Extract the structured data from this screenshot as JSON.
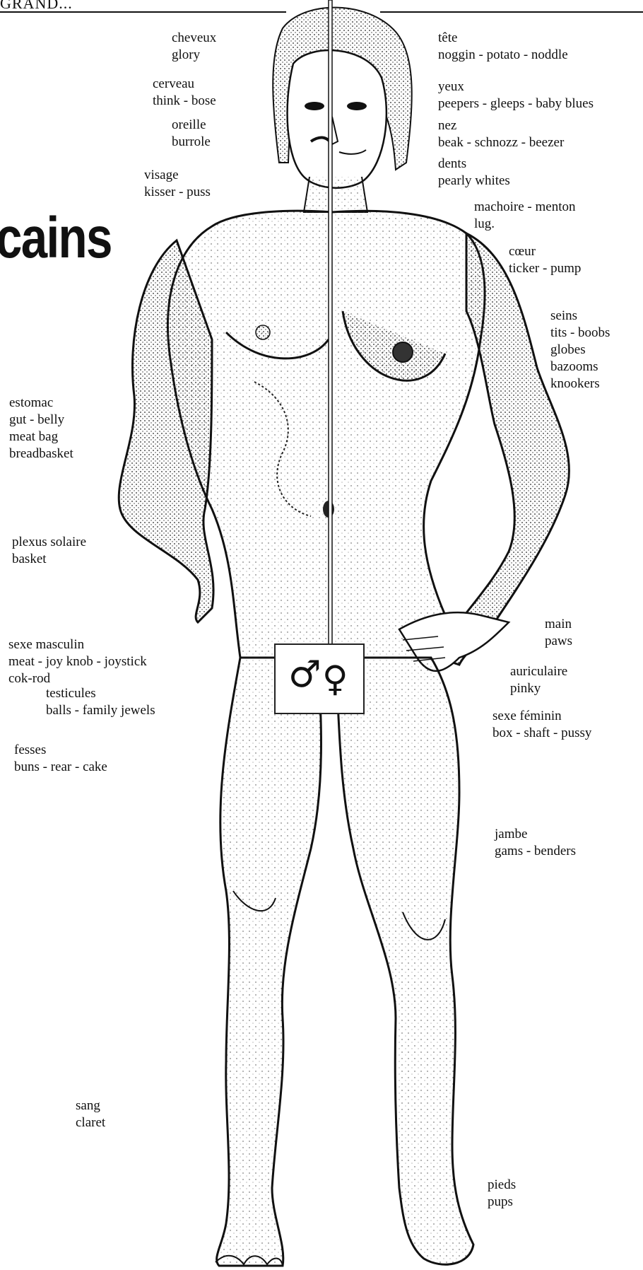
{
  "top_cut_text": "GRAND...",
  "heading_fragment": "cains",
  "symbols": {
    "male": "♂",
    "female": "♀"
  },
  "labels": {
    "cheveux": {
      "fr": "cheveux",
      "en": "glory"
    },
    "cerveau": {
      "fr": "cerveau",
      "en": "think - bose"
    },
    "oreille": {
      "fr": "oreille",
      "en": "burrole"
    },
    "visage": {
      "fr": "visage",
      "en": "kisser - puss"
    },
    "tete": {
      "fr": "tête",
      "en": "noggin - potato - noddle"
    },
    "yeux": {
      "fr": "yeux",
      "en": "peepers - gleeps - baby blues"
    },
    "nez": {
      "fr": "nez",
      "en": "beak - schnozz - beezer"
    },
    "dents": {
      "fr": "dents",
      "en": "pearly whites"
    },
    "machoire": {
      "fr": "machoire - menton",
      "en": "lug."
    },
    "coeur": {
      "fr": "cœur",
      "en": "ticker - pump"
    },
    "seins": {
      "fr": "seins",
      "en1": "tits - boobs",
      "en2": "globes",
      "en3": "bazooms",
      "en4": "knookers"
    },
    "estomac": {
      "fr": "estomac",
      "en1": "gut - belly",
      "en2": "meat bag",
      "en3": "breadbasket"
    },
    "plexus": {
      "fr": "plexus solaire",
      "en": "basket"
    },
    "sexe_masculin": {
      "fr": "sexe masculin",
      "en1": "meat - joy knob - joystick",
      "en2": "cok-rod"
    },
    "testicules": {
      "fr": "testicules",
      "en": "balls - family jewels"
    },
    "fesses": {
      "fr": "fesses",
      "en": "buns - rear - cake"
    },
    "main": {
      "fr": "main",
      "en": "paws"
    },
    "auriculaire": {
      "fr": "auriculaire",
      "en": "pinky"
    },
    "sexe_feminin": {
      "fr": "sexe féminin",
      "en": "box - shaft - pussy"
    },
    "jambe": {
      "fr": "jambe",
      "en": "gams - benders"
    },
    "sang": {
      "fr": "sang",
      "en": "claret"
    },
    "pieds": {
      "fr": "pieds",
      "en": "pups"
    }
  }
}
